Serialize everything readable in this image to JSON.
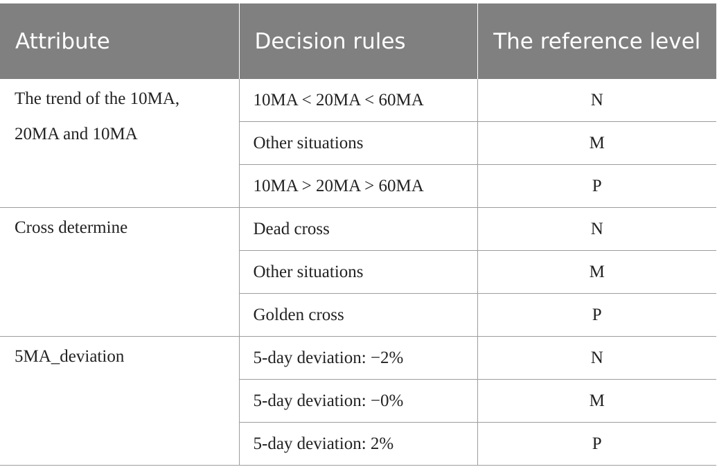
{
  "table": {
    "headers": [
      "Attribute",
      "Decision rules",
      "The reference level"
    ],
    "groups": [
      {
        "attribute": "The trend of the 10MA, 20MA and 10MA",
        "rows": [
          {
            "rule": "10MA < 20MA < 60MA",
            "level": "N"
          },
          {
            "rule": "Other situations",
            "level": "M"
          },
          {
            "rule": "10MA > 20MA > 60MA",
            "level": "P"
          }
        ]
      },
      {
        "attribute": "Cross determine",
        "rows": [
          {
            "rule": "Dead cross",
            "level": "N"
          },
          {
            "rule": "Other situations",
            "level": "M"
          },
          {
            "rule": "Golden cross",
            "level": "P"
          }
        ]
      },
      {
        "attribute": "5MA_deviation",
        "rows": [
          {
            "rule": "5-day deviation: −2%",
            "level": "N"
          },
          {
            "rule": "5-day deviation: −0%",
            "level": "M"
          },
          {
            "rule": "5-day deviation: 2%",
            "level": "P"
          }
        ]
      }
    ]
  }
}
